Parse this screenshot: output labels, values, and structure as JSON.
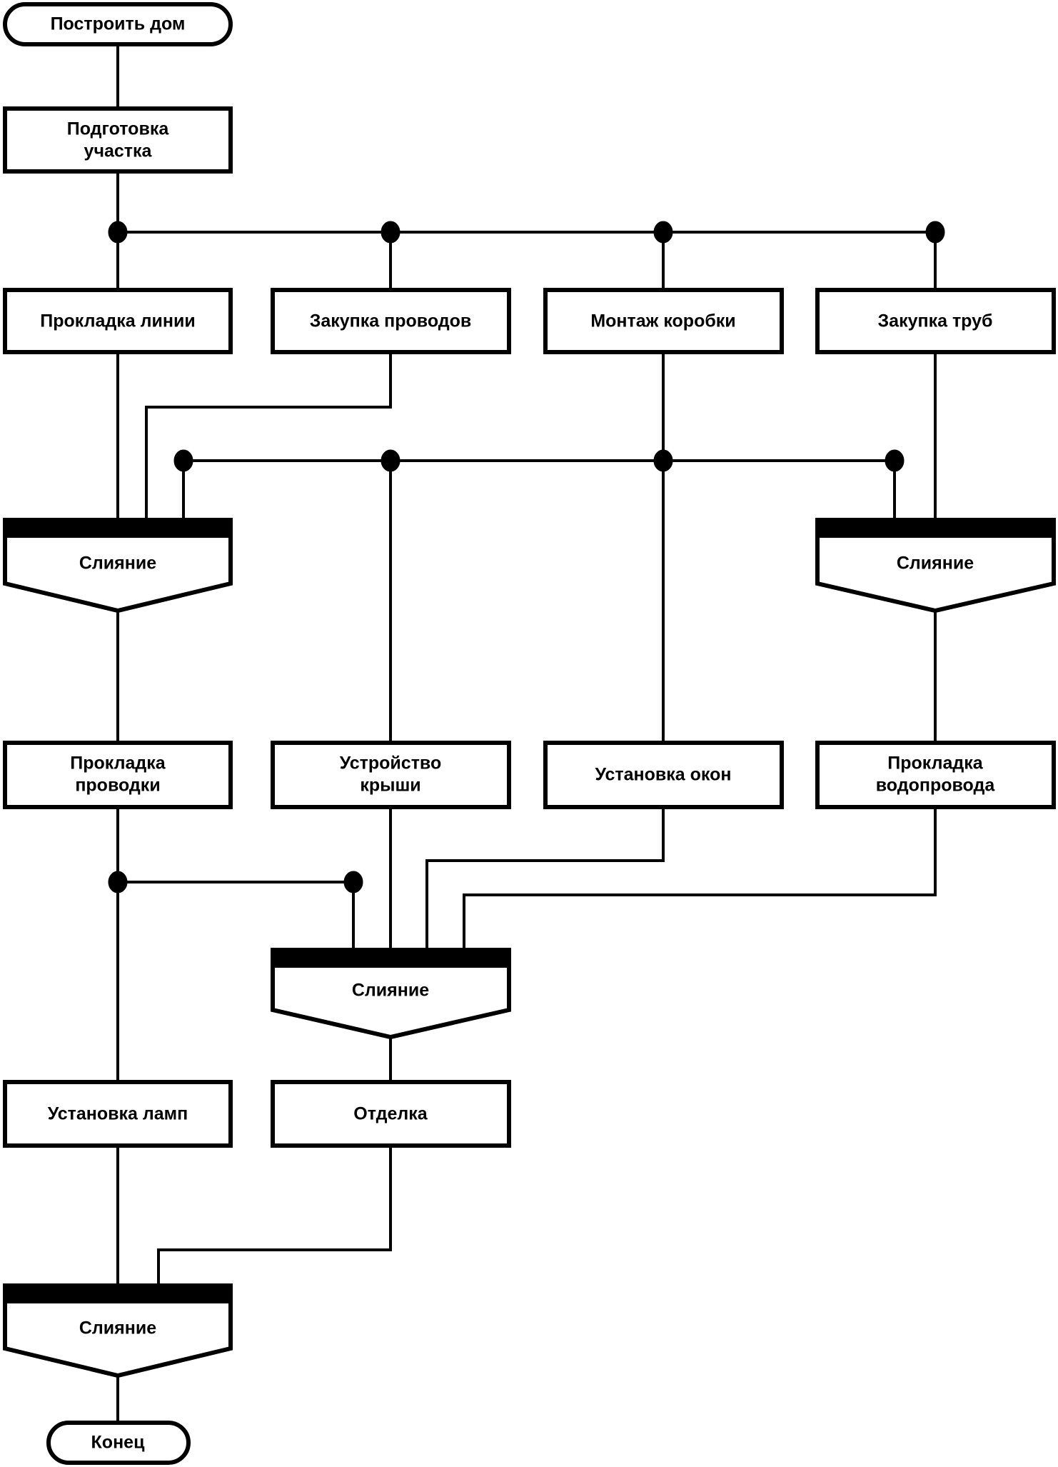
{
  "diagram": {
    "title": "Построить дом",
    "language": "ru",
    "type": "activity-flowchart",
    "colors": {
      "background": "#ffffff",
      "stroke": "#000000",
      "fill": "#ffffff",
      "bar": "#000000"
    },
    "nodes": {
      "start": {
        "label": "Построить дом",
        "shape": "terminator"
      },
      "site_prep": {
        "label": "Подготовка\nучастка",
        "line1": "Подготовка",
        "line2": "участка",
        "shape": "process"
      },
      "line_laying": {
        "label": "Прокладка линии",
        "shape": "process"
      },
      "buy_wires": {
        "label": "Закупка проводов",
        "shape": "process"
      },
      "box_mount": {
        "label": "Монтаж коробки",
        "shape": "process"
      },
      "buy_pipes": {
        "label": "Закупка труб",
        "shape": "process"
      },
      "merge_left_1": {
        "label": "Слияние",
        "shape": "merge"
      },
      "merge_right_1": {
        "label": "Слияние",
        "shape": "merge"
      },
      "wiring": {
        "label": "Прокладка\nпроводки",
        "line1": "Прокладка",
        "line2": "проводки",
        "shape": "process"
      },
      "roofing": {
        "label": "Устройство\nкрыши",
        "line1": "Устройство",
        "line2": "крыши",
        "shape": "process"
      },
      "windows": {
        "label": "Установка окон",
        "shape": "process"
      },
      "plumbing": {
        "label": "Прокладка\nводопровода",
        "line1": "Прокладка",
        "line2": "водопровода",
        "shape": "process"
      },
      "merge_mid": {
        "label": "Слияние",
        "shape": "merge"
      },
      "lamps": {
        "label": "Установка ламп",
        "shape": "process"
      },
      "finishing": {
        "label": "Отделка",
        "shape": "process"
      },
      "merge_bottom": {
        "label": "Слияние",
        "shape": "merge"
      },
      "end": {
        "label": "Конец",
        "shape": "terminator"
      }
    },
    "fork_labels": {
      "fork_row_1": "fork-bar-1",
      "fork_row_2": "fork-bar-2",
      "fork_row_3": "fork-bar-3"
    }
  }
}
